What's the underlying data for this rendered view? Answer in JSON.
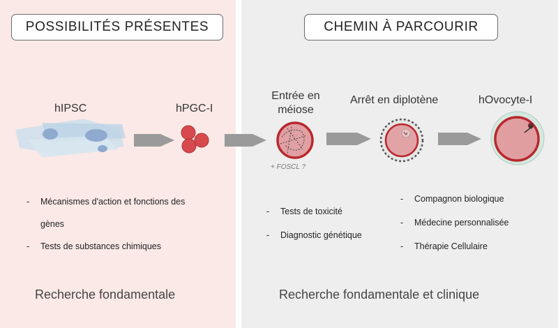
{
  "headers": {
    "left": "POSSIBILITÉS PRÉSENTES",
    "right": "CHEMIN À PARCOURIR"
  },
  "stages": {
    "hipsc": "hIPSC",
    "hpgc": "hPGC-I",
    "meiosis_line1": "Entrée en",
    "meiosis_line2": "méiose",
    "diplotene": "Arrêt en diplotène",
    "oocyte": "hOvocyte-I"
  },
  "notes": {
    "foscl": "+ FOSCL ?"
  },
  "lists": {
    "left": [
      "Mécanismes d'action et fonctions des",
      "gènes",
      "Tests de substances chimiques"
    ],
    "middle": [
      "Tests de toxicité",
      "Diagnostic génétique"
    ],
    "right": [
      "Compagnon biologique",
      "Médecine personnalisée",
      "Thérapie Cellulaire"
    ]
  },
  "footers": {
    "left": "Recherche fondamentale",
    "right": "Recherche fondamentale et clinique"
  },
  "colors": {
    "left_panel": "#fbe9e7",
    "right_panel": "#eeeeee",
    "cell_red": "#d8494d",
    "cell_pink": "#e8a0a4",
    "arrow_gray": "#9a9a9a"
  }
}
